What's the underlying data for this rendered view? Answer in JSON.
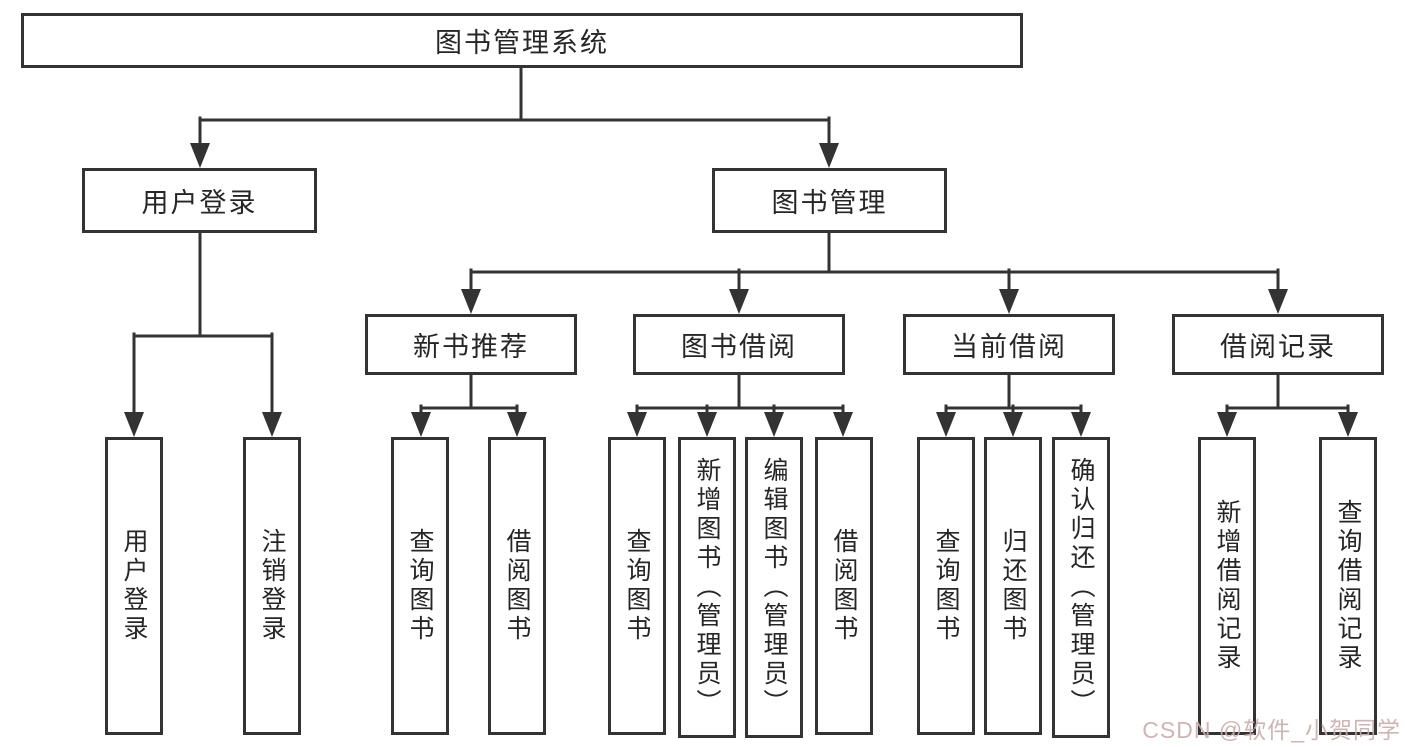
{
  "tree": {
    "label": "图书管理系统",
    "children": [
      {
        "label": "用户登录",
        "children": [
          {
            "label": "用户登录"
          },
          {
            "label": "注销登录"
          }
        ]
      },
      {
        "label": "图书管理",
        "children": [
          {
            "label": "新书推荐",
            "children": [
              {
                "label": "查询图书"
              },
              {
                "label": "借阅图书"
              }
            ]
          },
          {
            "label": "图书借阅",
            "children": [
              {
                "label": "查询图书"
              },
              {
                "label": "新增图书（管理员）"
              },
              {
                "label": "编辑图书（管理员）"
              },
              {
                "label": "借阅图书"
              }
            ]
          },
          {
            "label": "当前借阅",
            "children": [
              {
                "label": "查询图书"
              },
              {
                "label": "归还图书"
              },
              {
                "label": "确认归还（管理员）"
              }
            ]
          },
          {
            "label": "借阅记录",
            "children": [
              {
                "label": "新增借阅记录"
              },
              {
                "label": "查询借阅记录"
              }
            ]
          }
        ]
      }
    ]
  },
  "watermark": {
    "text": "CSDN @软件_小贺同学"
  },
  "colors": {
    "line": "#333333",
    "box_border": "#333333",
    "text": "#262626",
    "watermark": "#c9aeac",
    "background": "#ffffff"
  }
}
